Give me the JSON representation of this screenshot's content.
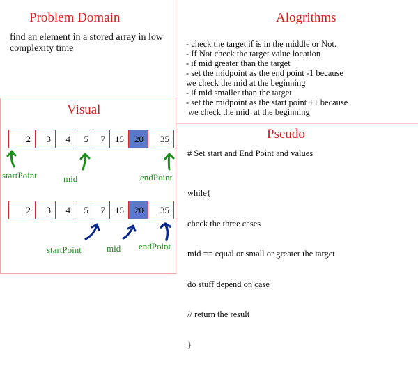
{
  "problem": {
    "title": "Problem Domain",
    "text": "find an element in a stored array in low complexity time"
  },
  "algorithm": {
    "title": "Alogrithms",
    "steps": [
      "- check the target if is in the middle or Not.",
      "- If Not check the target value location",
      "- if mid greater than the target",
      "- set the midpoint as the end point -1 because",
      "we check the mid at the beginning",
      "- if mid smaller than the target",
      "- set the midpoint as the start point +1 because",
      " we check the mid  at the beginning"
    ]
  },
  "visual": {
    "title": "Visual",
    "array": [
      "2",
      "3",
      "4",
      "5",
      "7",
      "15",
      "20",
      "35"
    ],
    "highlight_index": 6,
    "pointers_top": {
      "start": "startPoint",
      "mid": "mid",
      "end": "endPoint"
    },
    "pointers_bottom": {
      "start": "startPoint",
      "mid": "mid",
      "end": "endPoint"
    },
    "colors": {
      "accent": "#d62020",
      "highlight": "#5b78c9",
      "green": "#1a8f1a",
      "navy": "#0c2a8a"
    }
  },
  "pseudo": {
    "title": "Pseudo",
    "line1": "# Set start and End Point and values",
    "lines": [
      "while{",
      "check the three cases",
      "mid == equal or small or greater the target",
      "do stuff depend on case",
      "// return the result",
      "}"
    ]
  }
}
